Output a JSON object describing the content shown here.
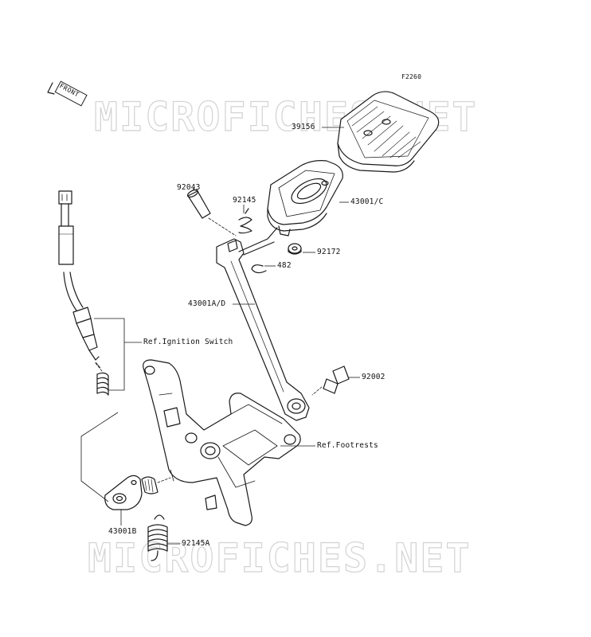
{
  "figure_code": "F2260",
  "front_label": "FRONT",
  "watermark": "MICROFICHES.NET",
  "parts": {
    "p39156": "39156",
    "p92043": "92043",
    "p92145": "92145",
    "p43001c": "43001/C",
    "p92172": "92172",
    "p482": "482",
    "p43001ad": "43001A/D",
    "ref_ignition": "Ref.Ignition Switch",
    "p92002": "92002",
    "ref_footrests": "Ref.Footrests",
    "p43001b": "43001B",
    "p92145a": "92145A"
  }
}
